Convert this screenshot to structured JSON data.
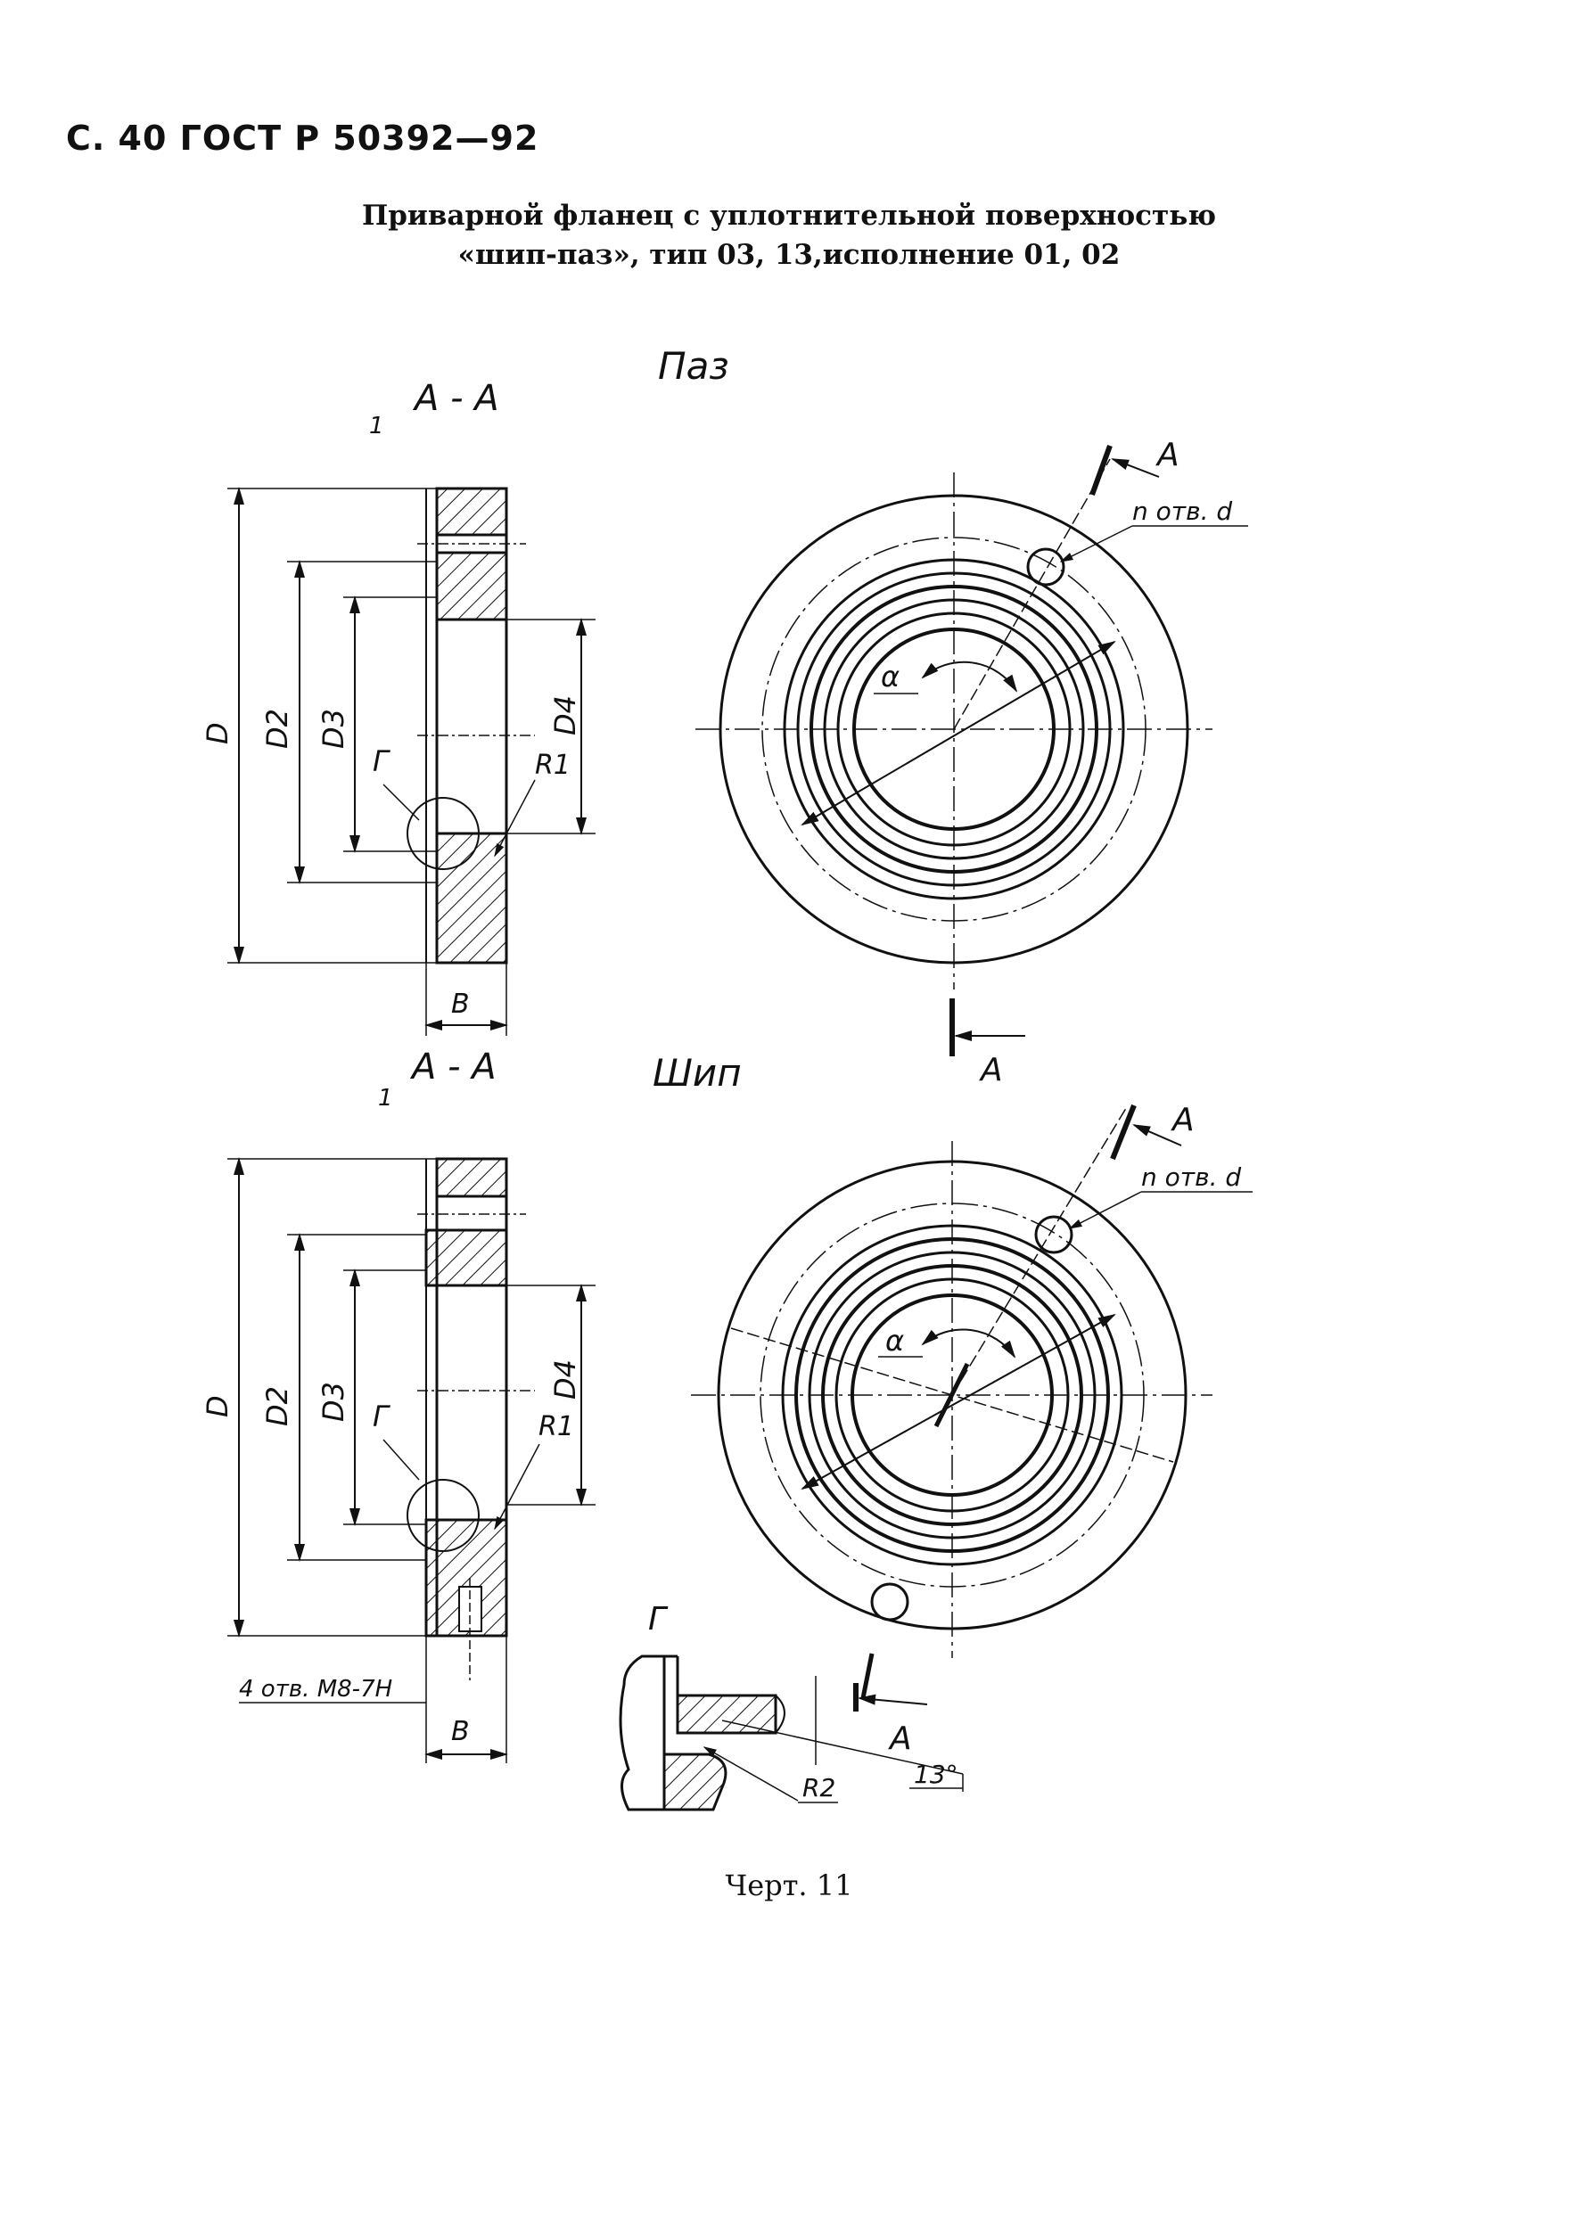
{
  "page_header": "С. 40 ГОСТ Р 50392—92",
  "title": {
    "line1": "Приварной фланец с уплотнительной поверхностью",
    "line2": "«шип-паз», тип 03, 13,исполнение 01, 02"
  },
  "drawing": {
    "paz": {
      "view_title": "Паз",
      "section_label": "А - А",
      "thickness_label": "1",
      "dims": {
        "D": "D",
        "D2": "D2",
        "D3": "D3",
        "D4": "D4",
        "R1": "R1",
        "B": "B"
      },
      "detail_ref": "Г",
      "cut_mark": "А",
      "holes": "n отв. d",
      "angle": "α"
    },
    "ship": {
      "view_title": "Шип",
      "section_label": "А - А",
      "thickness_label": "1",
      "dims": {
        "D": "D",
        "D2": "D2",
        "D3": "D3",
        "D4": "D4",
        "R1": "R1",
        "B": "B"
      },
      "detail_ref": "Г",
      "cut_mark": "А",
      "holes": "n отв. d",
      "angle": "α",
      "threaded_holes": "4 отв. М8-7Н"
    },
    "detail_g": {
      "label": "Г",
      "radius": "R2",
      "angle": "13°"
    }
  },
  "caption": "Черт. 11"
}
